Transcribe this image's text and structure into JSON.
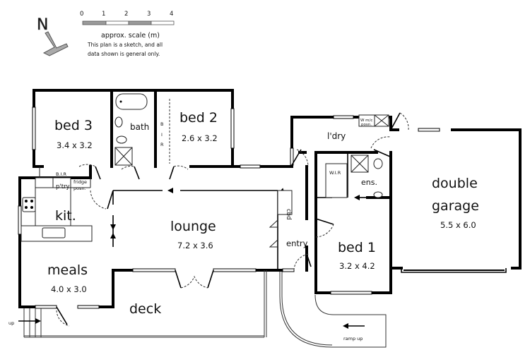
{
  "legend": {
    "north_label": "N",
    "scale_ticks": [
      "0",
      "1",
      "2",
      "3",
      "4"
    ],
    "scale_caption": "approx. scale (m)",
    "disclaimer_line1": "This plan is a sketch, and all",
    "disclaimer_line2": "data shown is general only.",
    "scale_colors": {
      "dark": "#9a9a9a",
      "light": "#ffffff"
    }
  },
  "rooms": {
    "bed3": {
      "name": "bed 3",
      "dims": "3.4 x 3.2"
    },
    "bath": {
      "name": "bath"
    },
    "bir_hall": {
      "name_letters": [
        "B",
        "I",
        "R"
      ]
    },
    "bed2": {
      "name": "bed 2",
      "dims": "2.6 x 3.2"
    },
    "bir_bed3": {
      "name": "B.I.R"
    },
    "pantry": {
      "name": "p'try"
    },
    "fridge": {
      "line1": "fridge",
      "line2": "posn."
    },
    "kitchen": {
      "name": "kit."
    },
    "meals": {
      "name": "meals",
      "dims": "4.0 x 3.0"
    },
    "lounge": {
      "name": "lounge",
      "dims": "7.2 x 3.6"
    },
    "cupboard": {
      "name": "cbd"
    },
    "entry": {
      "name": "entry"
    },
    "laundry": {
      "name": "l'dry"
    },
    "wm": {
      "line1": "W m/c",
      "line2": "posn."
    },
    "wir": {
      "name": "W.I.R"
    },
    "ensuite": {
      "name": "ens."
    },
    "bed1": {
      "name": "bed 1",
      "dims": "3.2 x 4.2"
    },
    "garage": {
      "line1": "double",
      "line2": "garage",
      "dims": "5.5 x 6.0"
    },
    "deck": {
      "name": "deck"
    }
  },
  "annotations": {
    "stairs_up": "up",
    "ramp": "ramp up"
  }
}
